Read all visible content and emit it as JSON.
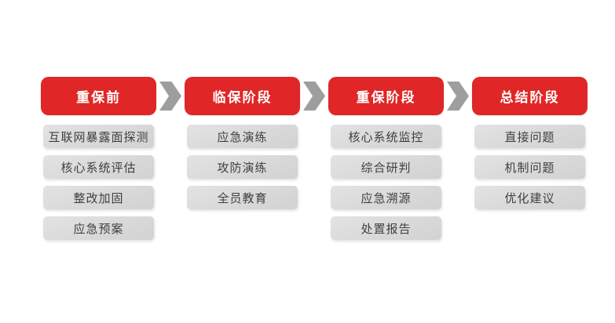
{
  "diagram": {
    "type": "process-flow",
    "description": "four-stage security assurance process",
    "stages": [
      {
        "title": "重保前",
        "items": [
          "互联网暴露面探测",
          "核心系统评估",
          "整改加固",
          "应急预案"
        ]
      },
      {
        "title": "临保阶段",
        "items": [
          "应急演练",
          "攻防演练",
          "全员教育"
        ]
      },
      {
        "title": "重保阶段",
        "items": [
          "核心系统监控",
          "综合研判",
          "应急溯源",
          "处置报告"
        ]
      },
      {
        "title": "总结阶段",
        "items": [
          "直接问题",
          "机制问题",
          "优化建议"
        ]
      }
    ],
    "colors": {
      "stage_red": "#e02626",
      "arrow_gray": "#9e9e9e",
      "item_gray": "#d9d9d9",
      "item_text": "#3f3f3f",
      "header_text": "#ffffff",
      "page_bg": "#ffffff"
    }
  }
}
